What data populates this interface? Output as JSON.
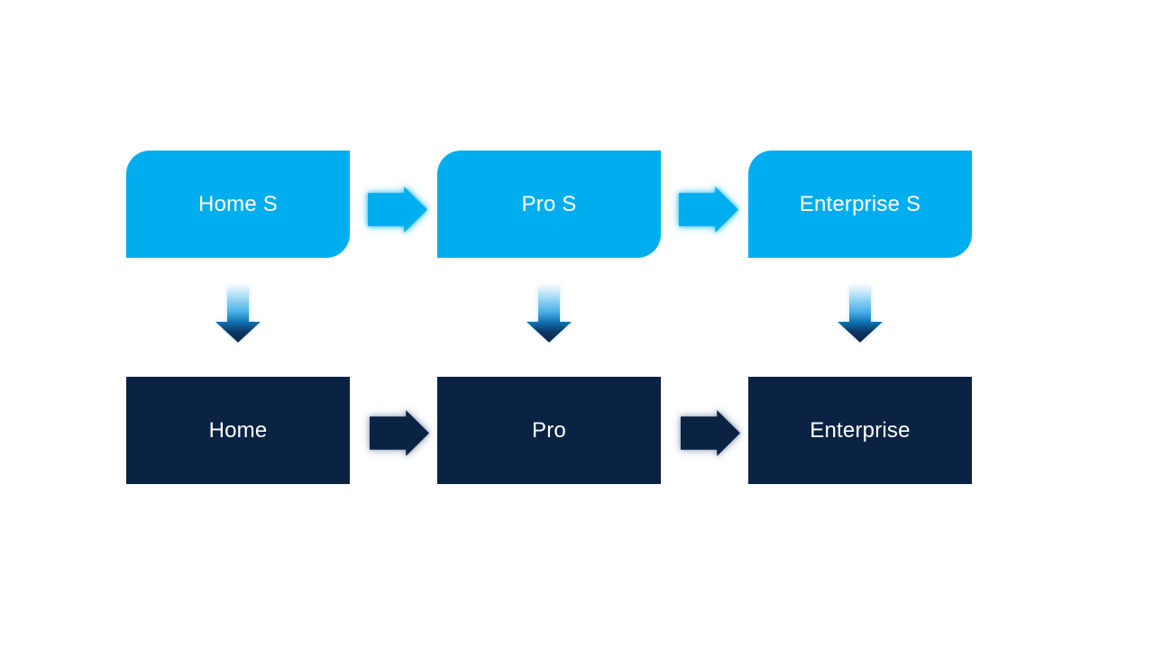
{
  "colors": {
    "light_blue": "#00AEEF",
    "dark_navy": "#0B2343",
    "label_text": "#FFFFFF",
    "background": "#FFFFFF"
  },
  "diagram": {
    "top_row": {
      "items": [
        {
          "label": "Home S"
        },
        {
          "label": "Pro S"
        },
        {
          "label": "Enterprise S"
        }
      ]
    },
    "bottom_row": {
      "items": [
        {
          "label": "Home"
        },
        {
          "label": "Pro"
        },
        {
          "label": "Enterprise"
        }
      ]
    },
    "connectors": {
      "horizontal_top": "right-arrow",
      "horizontal_bottom": "right-arrow",
      "vertical": "down-arrow"
    }
  }
}
